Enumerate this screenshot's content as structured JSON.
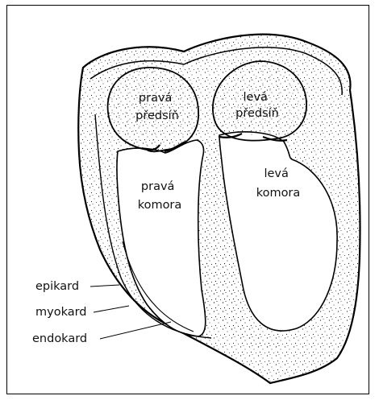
{
  "labels": {
    "right_atrium": [
      "pravá",
      "předsíň"
    ],
    "left_atrium": [
      "levá",
      "předsíň"
    ],
    "right_ventricle": [
      "pravá",
      "komora"
    ],
    "left_ventricle": [
      "levá",
      "komora"
    ],
    "epicardium": "epikard",
    "myocardium": "myokard",
    "endocardium": "endokard"
  }
}
